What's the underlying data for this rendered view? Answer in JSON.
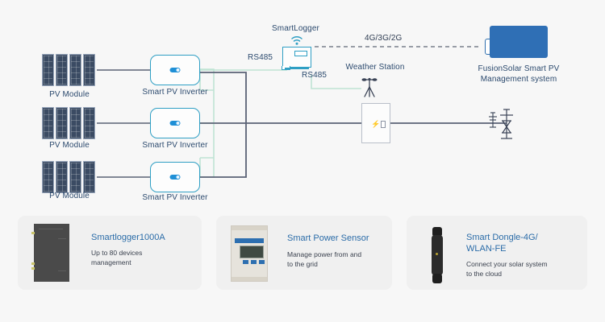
{
  "diagram": {
    "pv_rows": [
      {
        "module_label": "PV Module",
        "inverter_label": "Smart PV Inverter"
      },
      {
        "module_label": "PV Module",
        "inverter_label": "Smart PV Inverter"
      },
      {
        "module_label": "PV Module",
        "inverter_label": "Smart PV Inverter"
      }
    ],
    "smartlogger_label": "SmartLogger",
    "weather_station_label": "Weather Station",
    "rs485_inverter_label": "RS485",
    "rs485_weather_label": "RS485",
    "wireless_label": "4G/3G/2G",
    "cloud_label_line1": "FusionSolar Smart PV",
    "cloud_label_line2": "Management system"
  },
  "cards": [
    {
      "title": "Smartlogger1000A",
      "desc_line1": "Up to 80 devices",
      "desc_line2": "management"
    },
    {
      "title": "Smart Power Sensor",
      "desc_line1": "Manage power from and",
      "desc_line2": "to the grid"
    },
    {
      "title_line1": "Smart Dongle-4G/",
      "title_line2": "WLAN-FE",
      "desc_line1": "Connect your solar system",
      "desc_line2": "to the cloud"
    }
  ],
  "colors": {
    "background": "#f7f7f7",
    "ac_line": "#5a6275",
    "comm_line": "#bfe3d4",
    "device_border": "#2f9fc4",
    "label_blue": "#2c4a6e",
    "cloud_blue": "#2f6fb5",
    "card_bg": "#f0f0f0"
  }
}
